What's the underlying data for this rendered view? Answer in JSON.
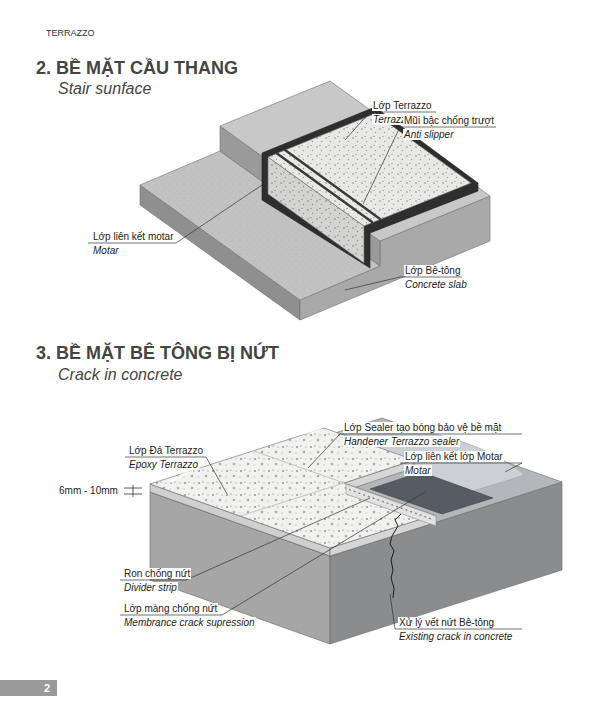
{
  "diagram": {
    "labels": [
      "TERRAZZO",
      "2. BỀ MẶT CẦU THANG",
      "Stair sunface",
      "Lớp Terrazzo",
      "Terrazzo topping",
      "Mũi bậc chống trượt",
      "Anti slipper",
      "Lớp liên kết motar",
      "Motar",
      "Lớp Bê-tông",
      "Concrete slab",
      "3. BỀ MẶT BÊ TÔNG BỊ NỨT",
      "Crack in concrete",
      "Lớp Sealer tạo bóng bảo vệ bề mặt",
      "Handener Terrazzo sealer",
      "Lớp Đá Terrazzo",
      "Epoxy Terrazzo",
      "Lớp liên kết lớp Motar",
      "Motar",
      "6mm - 10mm",
      "Ron chống nứt",
      "Divider strip",
      "Lớp màng chống nứt",
      "Membrance crack supression",
      "Xử lý vết nứt Bê-tông",
      "Existing crack in concrete",
      "2"
    ]
  }
}
